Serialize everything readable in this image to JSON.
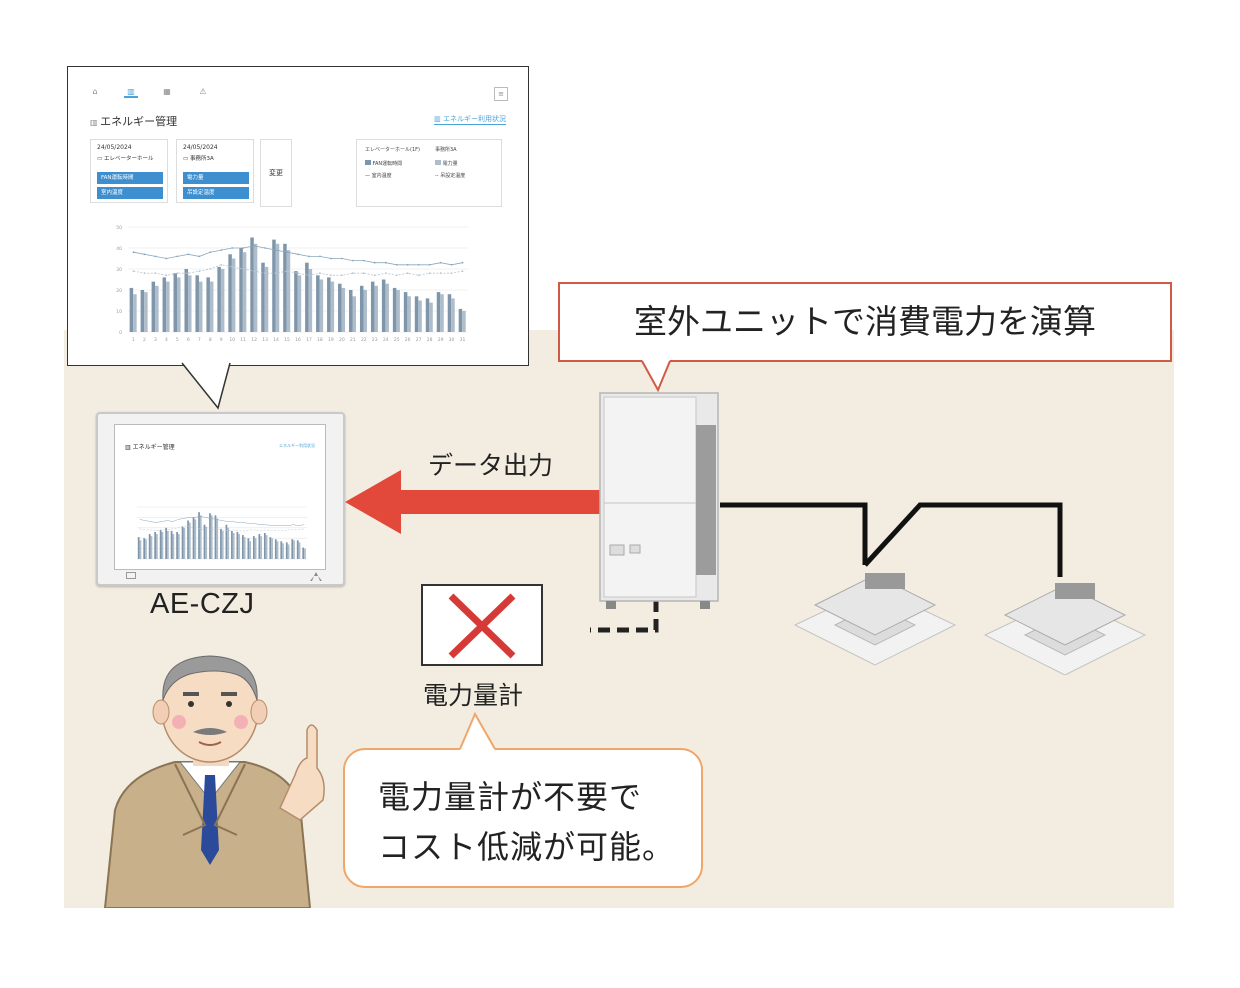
{
  "diagram": {
    "calc_label": "室外ユニットで消費電力を演算",
    "data_output_label": "データ出力",
    "controller_label": "AE-CZJ",
    "meter_label": "電力量計",
    "speech_line1": "電力量計が不要で",
    "speech_line2": "コスト低減が可能。"
  },
  "screen": {
    "title": "エネルギー管理",
    "link": "エネルギー利用状況",
    "card1": {
      "date": "24/05/2024",
      "name": "エレベーターホール",
      "btn1": "FAN運転時間",
      "btn2": "室内温度"
    },
    "card2": {
      "date": "24/05/2024",
      "name": "事務所3A",
      "btn1": "電力量",
      "btn2": "吊設定温度"
    },
    "change_button": "変更",
    "legend": {
      "title1": "エレベーターホール(1F)",
      "title2": "事務所3A",
      "item1": "FAN運転時間",
      "item2": "電力量",
      "item3": "室内温度",
      "item4": "吊設定温度"
    }
  },
  "colors": {
    "background": "#f2ede0",
    "arrow": "#e2493a",
    "calc_border": "#d15a47",
    "speech_border": "#f0a66a",
    "bar_dark": "#7f95aa",
    "bar_light": "#aebdcb",
    "accent": "#3d8fd0"
  },
  "chart_data": {
    "type": "bar",
    "categories": [
      "1",
      "2",
      "3",
      "4",
      "5",
      "6",
      "7",
      "8",
      "9",
      "10",
      "11",
      "12",
      "13",
      "14",
      "15",
      "16",
      "17",
      "18",
      "19",
      "20",
      "21",
      "22",
      "23",
      "24",
      "25",
      "26",
      "27",
      "28",
      "29",
      "30",
      "31"
    ],
    "series": [
      {
        "values": [
          21,
          20,
          24,
          26,
          28,
          30,
          27,
          26,
          31,
          37,
          40,
          45,
          33,
          44,
          42,
          29,
          33,
          27,
          26,
          23,
          20,
          22,
          24,
          25,
          21,
          19,
          17,
          16,
          19,
          18,
          11
        ]
      },
      {
        "values": [
          18,
          19,
          22,
          24,
          26,
          27,
          24,
          24,
          30,
          35,
          38,
          42,
          31,
          42,
          39,
          27,
          30,
          25,
          24,
          21,
          17,
          20,
          22,
          23,
          20,
          17,
          15,
          14,
          18,
          16,
          10
        ]
      }
    ],
    "line_series": [
      {
        "values": [
          38,
          37,
          36,
          35,
          36,
          37,
          36,
          38,
          39,
          40,
          40,
          41,
          40,
          39,
          38,
          37,
          36,
          36,
          35,
          35,
          34,
          34,
          33,
          33,
          32,
          32,
          32,
          32,
          33,
          32,
          33
        ]
      },
      {
        "values": [
          29,
          28,
          28,
          27,
          28,
          28,
          29,
          30,
          32,
          31,
          30,
          29,
          28,
          28,
          29,
          28,
          27,
          28,
          27,
          27,
          28,
          28,
          27,
          28,
          27,
          28,
          27,
          28,
          28,
          28,
          29
        ]
      }
    ],
    "ylim": [
      0,
      50
    ],
    "yticks": [
      "0",
      "10",
      "20",
      "30",
      "40",
      "50"
    ]
  }
}
